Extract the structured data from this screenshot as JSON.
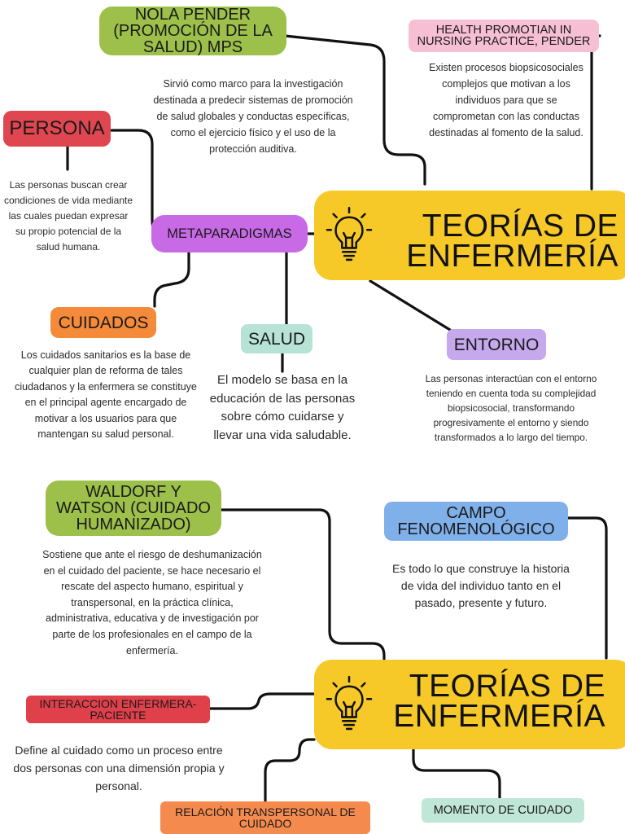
{
  "colors": {
    "yellow": "#f6c928",
    "green": "#9dc04a",
    "pink": "#f7bfd4",
    "red": "#e0464f",
    "purple": "#c86ae6",
    "orange": "#f58a3a",
    "mint": "#b7e3d6",
    "lavender": "#c6a8ec",
    "blue": "#7fb0ea",
    "redbox": "#e0404a",
    "salmon": "#f58a4e",
    "mint2": "#bfe6d7"
  },
  "map1": {
    "central_title_line1": "TEORÍAS DE",
    "central_title_line2": "ENFERMERÍA",
    "nola": {
      "label": "NOLA PENDER (PROMOCIÓN DE LA SALUD) MPS",
      "text": "Sirvió como marco para la investigación destinada a predecir sistemas de promoción de salud globales y conductas específicas, como el ejercicio físico y el uso de la protección auditiva."
    },
    "health": {
      "label": "HEALTH PROMOTIAN IN NURSING PRACTICE, PENDER",
      "text": "Existen procesos biopsicosociales complejos que motivan a los individuos para que se comprometan con las conductas destinadas al fomento de la salud."
    },
    "persona": {
      "label": "PERSONA",
      "text": "Las personas buscan crear condiciones de vida mediante las cuales puedan expresar su propio potencial de la salud humana."
    },
    "metaparadigmas": {
      "label": "METAPARADIGMAS"
    },
    "cuidados": {
      "label": "CUIDADOS",
      "text": "Los cuidados sanitarios es la base de cualquier plan de reforma de tales ciudadanos y la enfermera se constituye en el principal agente encargado de motivar a los usuarios para que mantengan su salud personal."
    },
    "salud": {
      "label": "SALUD",
      "text": "El modelo se basa en la educación de las personas sobre cómo cuidarse y llevar una vida saludable."
    },
    "entorno": {
      "label": "ENTORNO",
      "text": "Las personas interactúan con el entorno teniendo en cuenta toda su complejidad biopsicosocial, transformando progresivamente el entorno y siendo transformados a lo largo del tiempo."
    }
  },
  "map2": {
    "central_title_line1": "TEORÍAS DE",
    "central_title_line2": "ENFERMERÍA",
    "waldorf": {
      "label": "WALDORF Y WATSON (CUIDADO HUMANIZADO)",
      "text": "Sostiene que ante el riesgo de deshumanización en el cuidado del paciente, se hace necesario el rescate del aspecto humano, espiritual y transpersonal, en la práctica clínica, administrativa, educativa y de investigación por parte de los profesionales en el campo de la enfermería."
    },
    "campo": {
      "label": "CAMPO FENOMENOLÓGICO",
      "text": "Es todo lo que construye la historia de vida del individuo tanto en el pasado, presente y futuro."
    },
    "interaccion": {
      "label": "INTERACCION ENFERMERA-PACIENTE",
      "text": "Define al cuidado como un proceso entre dos personas con una dimensión propia y personal."
    },
    "relacion": {
      "label": "RELACIÓN TRANSPERSONAL DE CUIDADO"
    },
    "momento": {
      "label": "MOMENTO DE CUIDADO"
    }
  }
}
